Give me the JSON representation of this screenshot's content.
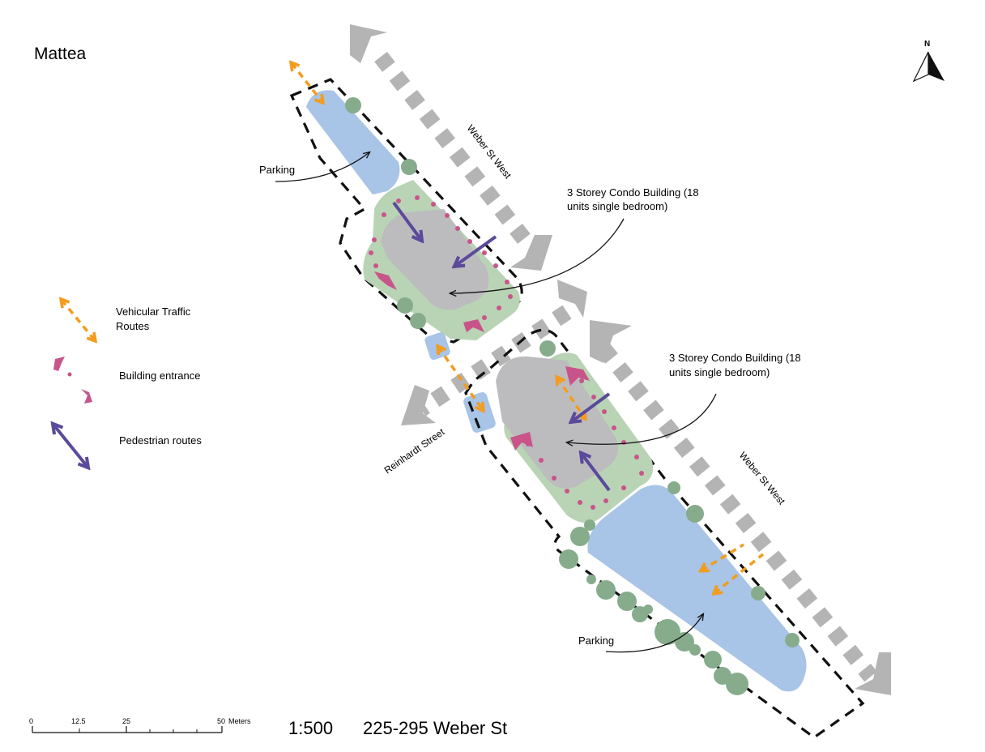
{
  "title": "Mattea",
  "north_label": "N",
  "scale": {
    "ratio": "1:500",
    "ticks": [
      "0",
      "12.5",
      "25",
      "50"
    ],
    "unit": "Meters"
  },
  "address": "225-295 Weber St",
  "legend": [
    {
      "label_lines": [
        "Vehicular Traffic",
        "Routes"
      ],
      "color": "#f39c1e",
      "icon": "dashed-double-arrow"
    },
    {
      "label_lines": [
        "Building entrance"
      ],
      "color": "#c9548a",
      "icon": "chevron-entrance"
    },
    {
      "label_lines": [
        "Pedestrian  routes"
      ],
      "color": "#5b4a9b",
      "icon": "double-arrow"
    }
  ],
  "map_labels": {
    "parking_north": "Parking",
    "parking_south": "Parking",
    "street_weber_north": "Weber St West",
    "street_weber_south": "Weber St West",
    "street_reinhardt": "Reinhardt Street",
    "building_north": [
      "3 Storey Condo Building (18",
      "units single bedroom)"
    ],
    "building_south": [
      "3 Storey Condo Building (18",
      "units single bedroom)"
    ]
  },
  "colors": {
    "parking": "#a8c4e6",
    "landscape": "#b9d3b5",
    "building": "#bcbcbe",
    "tree": "#86ac8c",
    "road_arrow": "#b4b4b4",
    "vehicular": "#f39c1e",
    "entrance": "#c9548a",
    "pedestrian": "#5b4a9b"
  }
}
